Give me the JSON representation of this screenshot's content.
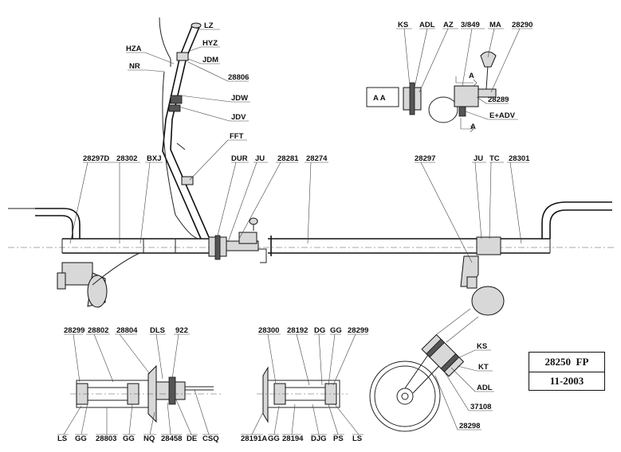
{
  "labels": {
    "LZ": "LZ",
    "HYZ": "HYZ",
    "JDM": "JDM",
    "HZA": "HZA",
    "NR": "NR",
    "p28806": "28806",
    "JDW": "JDW",
    "JDV": "JDV",
    "FFT": "FFT",
    "KS_top": "KS",
    "ADL_top": "ADL",
    "AZ": "AZ",
    "p3849": "3/849",
    "MA": "MA",
    "p28290": "28290",
    "p28289": "28289",
    "EADV": "E+ADV",
    "A1": "A",
    "A2": "A",
    "AA": "A A",
    "p28297D": "28297D",
    "p28302": "28302",
    "BXJ": "BXJ",
    "DUR": "DUR",
    "JU1": "JU",
    "p28281": "28281",
    "p28274": "28274",
    "p28297": "28297",
    "JU2": "JU",
    "TC": "TC",
    "p28301": "28301",
    "p28299a": "28299",
    "p28802": "28802",
    "p28804": "28804",
    "DLS": "DLS",
    "p922": "922",
    "LS1": "LS",
    "GG1": "GG",
    "p28803": "28803",
    "GG2": "GG",
    "NQ": "NQ",
    "p28458": "28458",
    "DE": "DE",
    "CSQ": "CSQ",
    "p28300": "28300",
    "p28192": "28192",
    "DG": "DG",
    "GG3": "GG",
    "p28299b": "28299",
    "p28191A": "28191A",
    "GG4": "GG",
    "p28194": "28194",
    "DJG": "DJG",
    "PS": "PS",
    "LS2": "LS",
    "KS_w": "KS",
    "KT": "KT",
    "ADL_w": "ADL",
    "p37108": "37108",
    "p28298": "28298"
  },
  "title_block": {
    "code": "28250  FP",
    "date": "11-2003"
  }
}
